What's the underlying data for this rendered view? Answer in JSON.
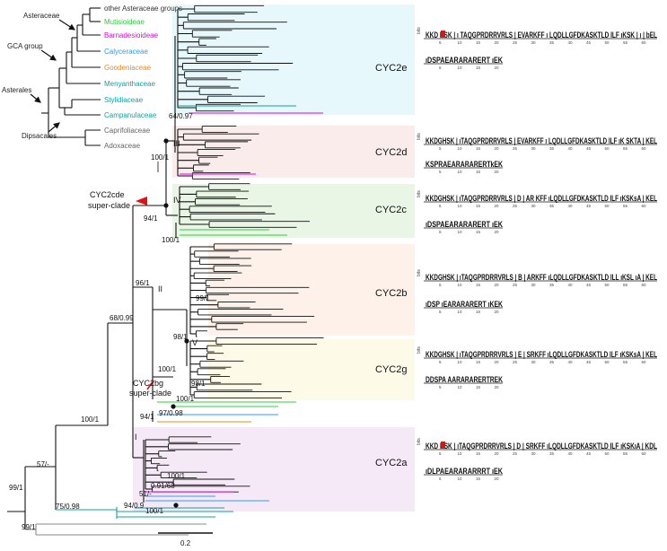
{
  "inset_tree": {
    "leaves": [
      {
        "label": "other Asteraceae groups",
        "color": "#333333"
      },
      {
        "label": "Mutisioideae",
        "color": "#2ecc40"
      },
      {
        "label": "Barnadesioideae",
        "color": "#e600e6"
      },
      {
        "label": "Calyceraceae",
        "color": "#2a9df4"
      },
      {
        "label": "Goodeniaceae",
        "color": "#e88a1a"
      },
      {
        "label": "Menyanthaceae",
        "color": "#13a1a1"
      },
      {
        "label": "Stylidiaceae",
        "color": "#13a1a1"
      },
      {
        "label": "Campanulaceae",
        "color": "#13a1a1"
      },
      {
        "label": "Caprifoliaceae",
        "color": "#666666"
      },
      {
        "label": "Adoxaceae",
        "color": "#666666"
      }
    ],
    "group_labels": {
      "asteraceae": "Asteraceae",
      "gca": "GCA group",
      "asterales": "Asterales",
      "dipsacales": "Dipsacales"
    }
  },
  "clades": [
    {
      "name": "CYC2e",
      "color": "#e6f8fc"
    },
    {
      "name": "CYC2d",
      "color": "#fbecec"
    },
    {
      "name": "CYC2c",
      "color": "#e9f6e6"
    },
    {
      "name": "CYC2b",
      "color": "#fdf1e9"
    },
    {
      "name": "CYC2g",
      "color": "#fdfbe7"
    },
    {
      "name": "CYC2a",
      "color": "#f5e9f7"
    }
  ],
  "supports": {
    "s1": "64/0.97",
    "s2": "100/1",
    "s3": "94/1",
    "s4": "100/1",
    "s5": "96/1",
    "s6": "99/1",
    "s7": "68/0.99",
    "s8": "98/1",
    "s9": "100/1",
    "s10": "98/1",
    "s11": "100/1",
    "s12": "94/1",
    "s13": "97/0.98",
    "s14": "100/1",
    "s15": "57/-",
    "s16": "100/1",
    "s17": "0.91/68",
    "s18": "51/-",
    "s19": "94/0.9",
    "s20": "100/1",
    "s21": "99/1",
    "s22": "75/0.98",
    "s23": "99/1"
  },
  "node_labels": {
    "n1": "I",
    "n2": "II",
    "n3": "III",
    "n4": "IV",
    "n5": "V"
  },
  "annotations": {
    "cde_line1": "CYC2cde",
    "cde_line2": "super-clade",
    "bg_line1": "CYC2bg",
    "bg_line2": "super-clade"
  },
  "scale_bar": "0.2",
  "logos": [
    {
      "id": "e",
      "line1": "KKD HSK | ı TAQGPRDRRVRLS | EVARKFF ı LQDLLGFDKASKTLD ILF ıKSK | ı | bEL",
      "line2": "ıDSPAEARARARERT ıEK"
    },
    {
      "id": "d",
      "line1": "KKDGHSK | ıTAQGPRDRRVRLS | EVARKFF ı LQDLLGFDKASKTLD ILF ıK SKTA | KEL",
      "line2": "KSPRAEARARARERTkEK"
    },
    {
      "id": "c",
      "line1": "KKDGHSK | ıTAQGPRDRRVRLS | D | AR KFF ıLQDLLGFDKASKTLD ILF ıKSKsA | KEL",
      "line2": "ıDSPAEARARARERT ıEK"
    },
    {
      "id": "b",
      "line1": "KKDGHSK | ıTAQGPRDRRVRLS | B | ARKFF ıLQDLLGFDKASKTLD ILL ıKSL ıA | KEL",
      "line2": "ıDSP ıEARARARERT ıKEK"
    },
    {
      "id": "g",
      "line1": "KKDGHSK | ıTAQGPRDRRVRLS | E | SRKFF ıLQDLLGFDKASKTLD ILF ıKSKsA | KEL",
      "line2": "DDSPA AARARARERTREK"
    },
    {
      "id": "a",
      "line1": "KKD HSK | ıTAQGPRDRRVRLS | D | SRKFF ıLQDLLGFDKASKTLD ILF ıKSKıA | KDL",
      "line2": "ıDLPAEARARARRRT ıEK"
    }
  ],
  "logo_axis_ticks": [
    "5",
    "10",
    "15",
    "20",
    "25",
    "30",
    "35",
    "40",
    "45",
    "50",
    "55",
    "60"
  ],
  "logo_axis_ticks_short": [
    "5",
    "10",
    "15",
    "20"
  ],
  "logo_ylabel": "bits"
}
